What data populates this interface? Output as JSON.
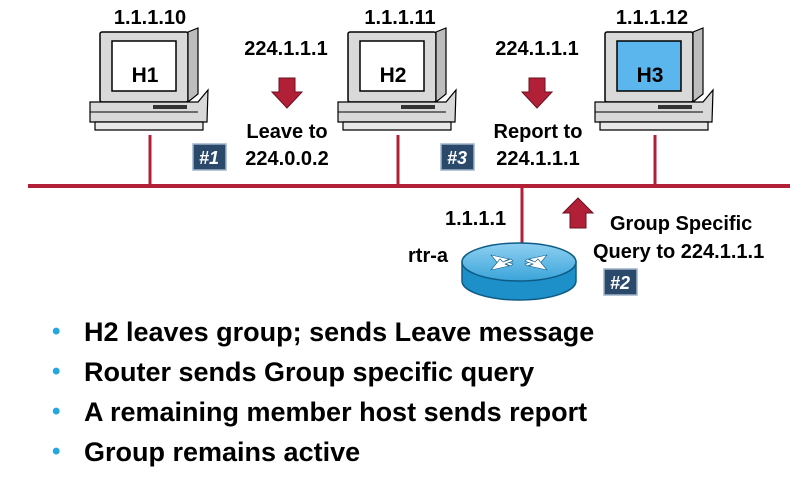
{
  "hosts": [
    {
      "name": "H1",
      "ip": "1.1.1.10",
      "screen_color": "#ffffff"
    },
    {
      "name": "H2",
      "ip": "1.1.1.11",
      "screen_color": "#ffffff"
    },
    {
      "name": "H3",
      "ip": "1.1.1.12",
      "screen_color": "#5bb6ee"
    }
  ],
  "router": {
    "name": "rtr-a",
    "ip": "1.1.1.1"
  },
  "events": [
    {
      "badge": "#1",
      "group": "224.1.1.1",
      "message_line1": "Leave to",
      "message_line2": "224.0.0.2"
    },
    {
      "badge": "#3",
      "group": "224.1.1.1",
      "message_line1": "Report to",
      "message_line2": "224.1.1.1"
    },
    {
      "badge": "#2",
      "message_line1": "Group Specific",
      "message_line2": "Query to 224.1.1.1"
    }
  ],
  "bullets": [
    "H2 leaves group; sends Leave message",
    "Router sends Group specific query",
    "A remaining member host sends report",
    "Group remains active"
  ],
  "colors": {
    "lan_line": "#b22038",
    "arrow": "#b22038",
    "router": "#1d8fc9",
    "badge_bg": "#2b4a6b",
    "bullet": "#22a7e0",
    "pc_body": "#d9d9d9"
  }
}
